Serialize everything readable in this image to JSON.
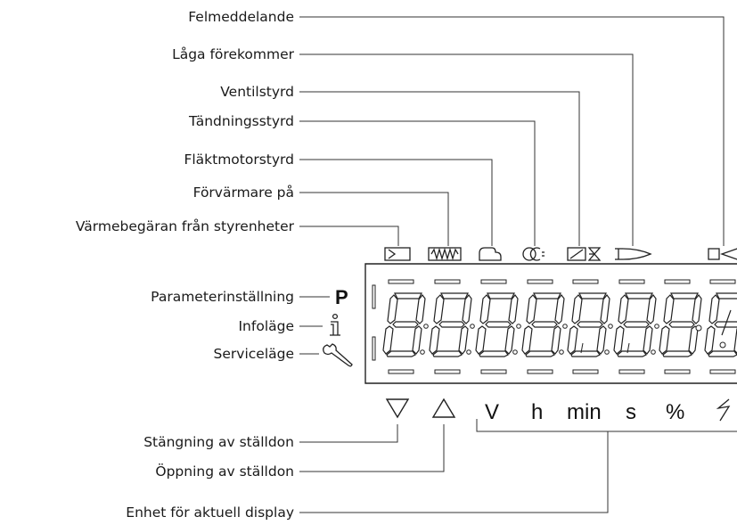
{
  "top_labels": [
    {
      "id": "error",
      "text": "Felmeddelande"
    },
    {
      "id": "flame",
      "text": "Låga förekommer"
    },
    {
      "id": "valve",
      "text": "Ventilstyrd"
    },
    {
      "id": "ignition",
      "text": "Tändningsstyrd"
    },
    {
      "id": "fan",
      "text": "Fläktmotorstyrd"
    },
    {
      "id": "preheater",
      "text": "Förvärmare på"
    },
    {
      "id": "heat_request",
      "text": "Värmebegäran från styrenheter"
    }
  ],
  "mode_labels": [
    {
      "id": "param",
      "text": "Parameterinställning",
      "symbol": "P"
    },
    {
      "id": "info",
      "text": "Infoläge",
      "symbol": "i"
    },
    {
      "id": "service",
      "text": "Serviceläge",
      "symbol": "wrench-icon"
    }
  ],
  "bottom_labels": [
    {
      "id": "close",
      "text": "Stängning av ställdon"
    },
    {
      "id": "open",
      "text": "Öppning av ställdon"
    },
    {
      "id": "unit",
      "text": "Enhet för aktuell display"
    }
  ],
  "units": [
    "V",
    "h",
    "min",
    "s",
    "%"
  ],
  "icons": [
    "heat-request-icon",
    "preheater-icon",
    "fan-icon",
    "ignition-icon",
    "valve-icon",
    "flame-icon",
    "error-icon",
    "close-triangle-icon",
    "open-triangle-icon",
    "flow-icon"
  ]
}
